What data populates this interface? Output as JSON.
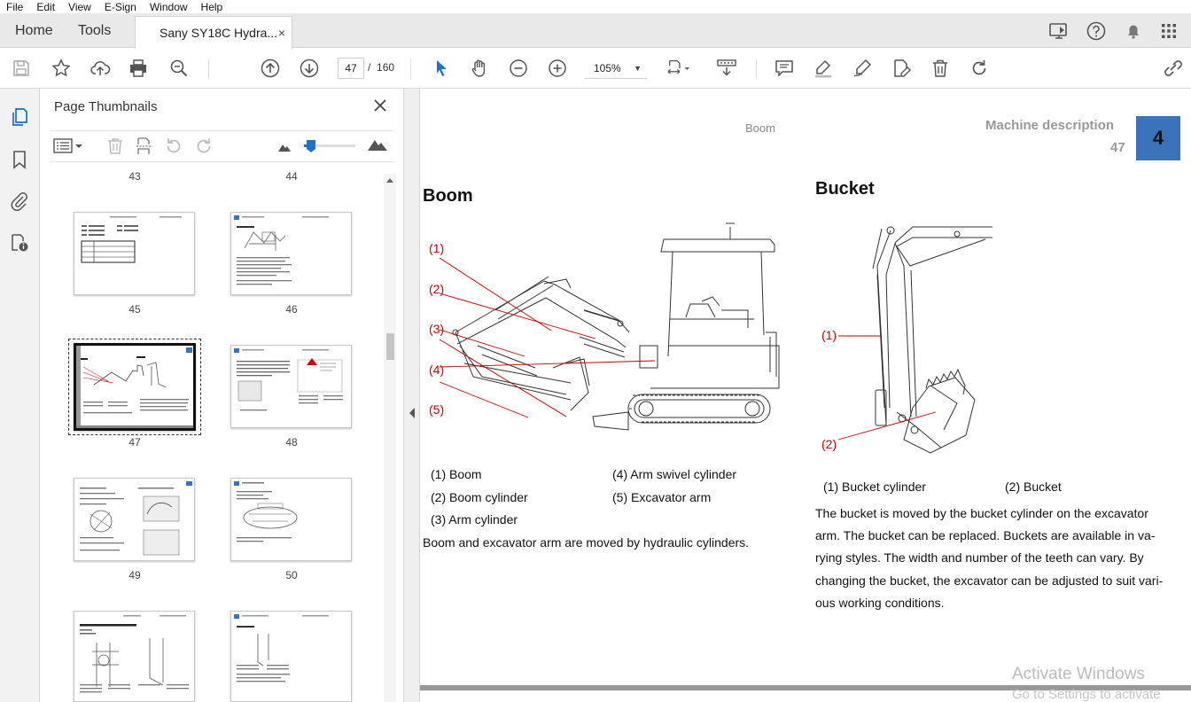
{
  "menu": [
    "File",
    "Edit",
    "View",
    "E-Sign",
    "Window",
    "Help"
  ],
  "tabs": {
    "home": "Home",
    "tools": "Tools",
    "document": "Sany SY18C Hydra...",
    "close": "×"
  },
  "toolbar": {
    "current_page": "47",
    "page_sep": "/",
    "total_pages": "160",
    "zoom": "105%",
    "zoom_caret": "▼"
  },
  "thumbnails_panel": {
    "title": "Page Thumbnails",
    "pages": [
      "43",
      "44",
      "45",
      "46",
      "47",
      "48",
      "49",
      "50"
    ],
    "selected_page": "47"
  },
  "document": {
    "header_center": "Boom",
    "header_right": "Machine description",
    "page_number": "47",
    "chapter_number": "4",
    "chapter_color": "#3a73b9",
    "boom": {
      "heading": "Boom",
      "callouts": [
        "(1)",
        "(2)",
        "(3)",
        "(4)",
        "(5)"
      ],
      "legend_left": [
        "(1) Boom",
        "(2) Boom cylinder",
        "(3) Arm cylinder"
      ],
      "legend_right": [
        "(4) Arm swivel cylinder",
        "(5) Excavator arm"
      ],
      "body": "Boom and excavator arm are moved by hydraulic cylinders."
    },
    "bucket": {
      "heading": "Bucket",
      "callouts": [
        "(1)",
        "(2)"
      ],
      "legend": [
        "(1) Bucket cylinder",
        "(2) Bucket"
      ],
      "body_lines": [
        "The bucket is moved by the bucket cylinder on the excavator",
        "arm. The bucket can be replaced. Buckets are available in va-",
        "rying styles. The width and number of the teeth can vary. By",
        "changing the bucket, the excavator can be adjusted to suit vari-",
        "ous working conditions."
      ]
    }
  },
  "watermark": {
    "line1": "Activate Windows",
    "line2": "Go to Settings to activate Windows."
  }
}
